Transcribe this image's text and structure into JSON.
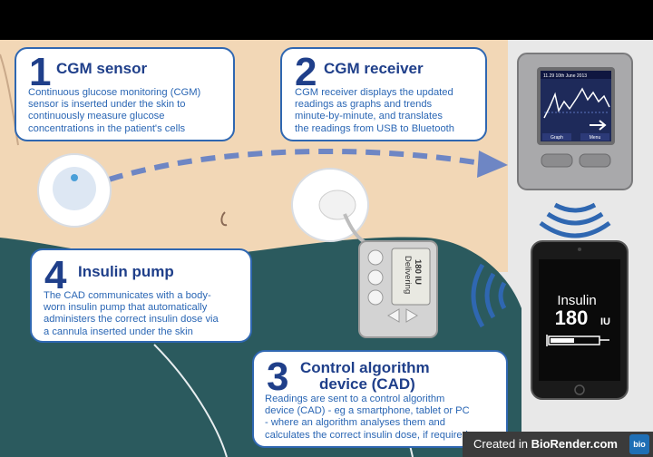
{
  "cards": {
    "cgm_sensor": {
      "number": "1",
      "title": "CGM sensor",
      "lines": [
        "Continuous glucose monitoring (CGM)",
        "sensor is inserted under the skin to",
        "continuously measure glucose",
        "concentrations in the patient's cells"
      ]
    },
    "cgm_receiver": {
      "number": "2",
      "title": "CGM receiver",
      "lines": [
        "CGM receiver displays the updated",
        "readings as graphs and trends",
        "minute-by-minute, and translates",
        "the readings from USB to Bluetooth"
      ]
    },
    "insulin_pump": {
      "number": "4",
      "title": "Insulin pump",
      "lines": [
        "The CAD communicates with a body-",
        "worn insulin pump that automatically",
        "administers the correct insulin dose via",
        "a cannula inserted under the skin"
      ]
    },
    "cad": {
      "number": "3",
      "title_line1": "Control algorithm",
      "title_line2": "device (CAD)",
      "lines": [
        "Readings are sent to a control algorithm",
        "device (CAD) - eg a smartphone, tablet or PC",
        "- where an algorithm analyses them and",
        "calculates the correct insulin dose, if required"
      ]
    }
  },
  "receiver_device": {
    "status": "11.29  10th  June  2013",
    "left_button": "Graph",
    "right_button": "Menu"
  },
  "pump_device": {
    "screen_line1": "Delivering",
    "screen_line2": "180 IU"
  },
  "phone": {
    "label": "Insulin",
    "value": "180",
    "unit": "IU"
  },
  "credit": {
    "prefix": "Created in ",
    "brand": "BioRender.com",
    "badge": "bio"
  }
}
